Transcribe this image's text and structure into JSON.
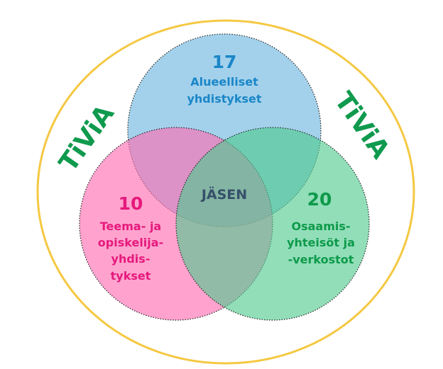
{
  "diagram": {
    "center": {
      "label": "JÄSEN",
      "color": "#35506a"
    },
    "outline_color": "#f5c842",
    "brand": {
      "text": "TiViA",
      "color": "#0f9a4e"
    },
    "sets": [
      {
        "key": "top",
        "count": "17",
        "label_lines": [
          "Alueelliset",
          "yhdistykset"
        ],
        "fill": "#6bb4df",
        "text_color": "#1a86c8"
      },
      {
        "key": "left",
        "count": "10",
        "label_lines": [
          "Teema- ja",
          "opiskelija-",
          "yhdis-",
          "tykset"
        ],
        "fill": "#ff6bb0",
        "text_color": "#e6197c"
      },
      {
        "key": "right",
        "count": "20",
        "label_lines": [
          "Osaamis-",
          "yhteisöt ja",
          "-verkostot"
        ],
        "fill": "#4dc98e",
        "text_color": "#0e9a4a"
      }
    ]
  }
}
